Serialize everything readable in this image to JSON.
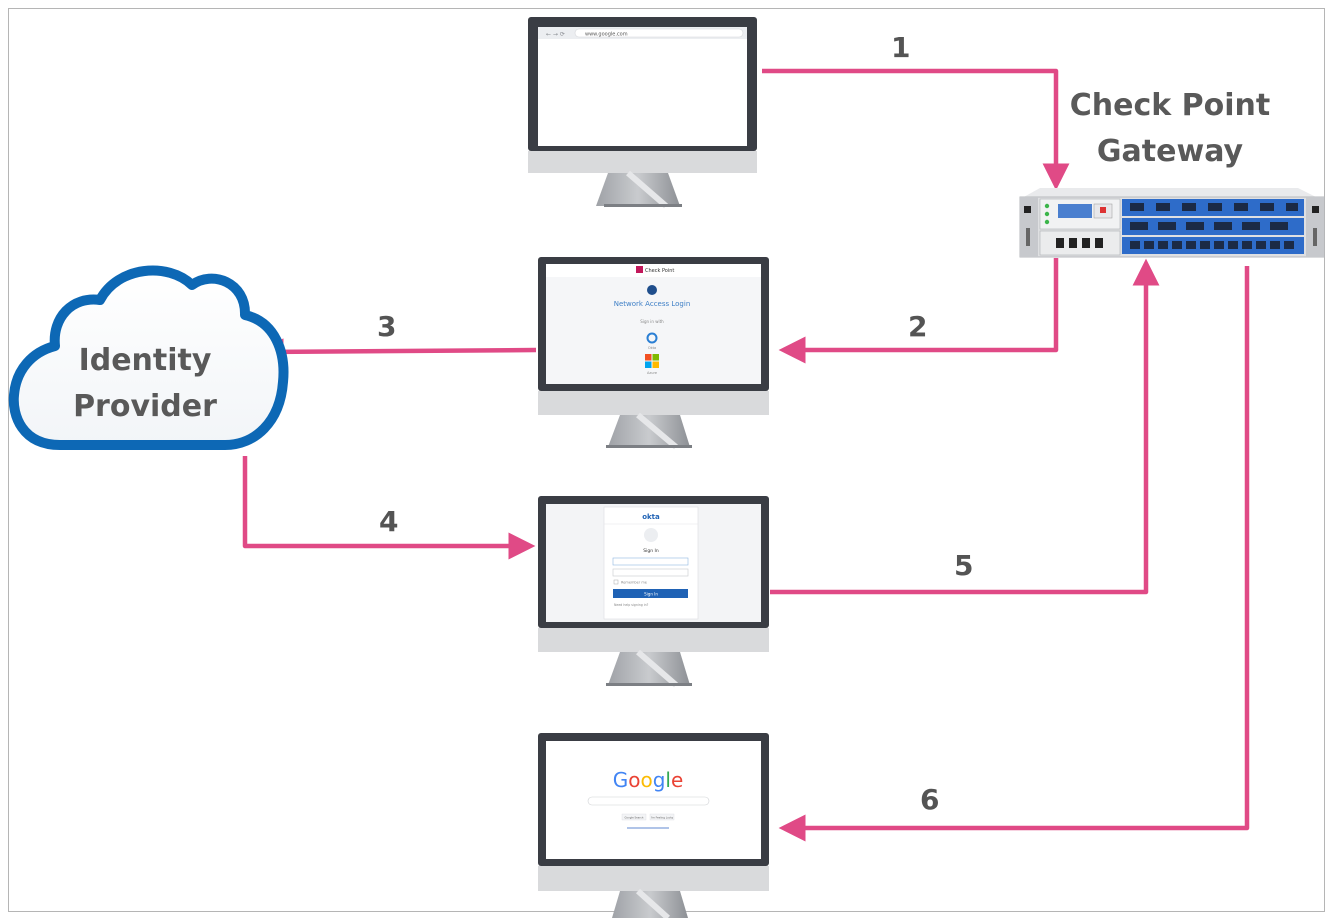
{
  "gateway": {
    "title_line1": "Check Point",
    "title_line2": "Gateway"
  },
  "cloud": {
    "line1": "Identity",
    "line2": "Provider"
  },
  "steps": [
    "1",
    "2",
    "3",
    "4",
    "5",
    "6"
  ],
  "monitor_browser": {
    "url": "www.google.com"
  },
  "monitor_login": {
    "brand": "Check Point",
    "heading": "Network Access Login",
    "sign_in_with": "Sign in with",
    "okta_label": "Okta",
    "azure_label": "Azure"
  },
  "monitor_okta": {
    "logo": "okta",
    "heading": "Sign In",
    "remember": "Remember me",
    "button": "Sign In",
    "help": "Need help signing in?"
  },
  "monitor_google": {
    "logo": "Google",
    "btn1": "Google Search",
    "btn2": "I'm Feeling Lucky"
  },
  "colors": {
    "arrow": "#e04a86",
    "cloud": "#0d68b5",
    "gateway_blue": "#2e6cc9",
    "screen_bezel": "#3a3d44"
  }
}
